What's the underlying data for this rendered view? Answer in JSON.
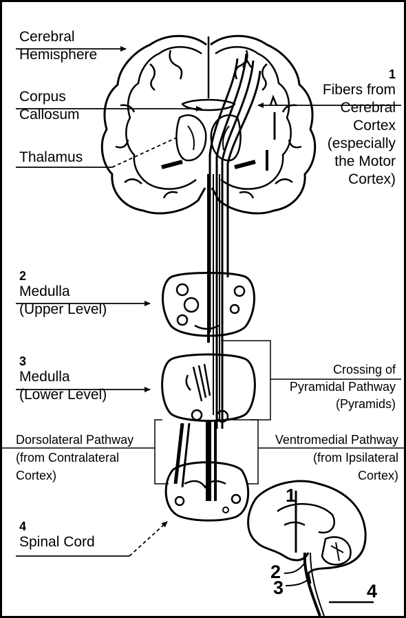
{
  "labels": {
    "cerebral_hemisphere": [
      "Cerebral",
      "Hemisphere"
    ],
    "corpus_callosum": [
      "Corpus",
      "Callosum"
    ],
    "thalamus": "Thalamus",
    "fibers": {
      "number": "1",
      "lines": [
        "Fibers from",
        "Cerebral",
        "Cortex",
        "(especially",
        "the Motor",
        "Cortex)"
      ]
    },
    "medulla_upper": {
      "number": "2",
      "lines": [
        "Medulla",
        "(Upper Level)"
      ]
    },
    "medulla_lower": {
      "number": "3",
      "lines": [
        "Medulla",
        "(Lower Level)"
      ]
    },
    "crossing": [
      "Crossing of",
      "Pyramidal Pathway",
      "(Pyramids)"
    ],
    "dorsolateral": [
      "Dorsolateral Pathway",
      "(from Contralateral",
      "Cortex)"
    ],
    "ventromedial": [
      "Ventromedial Pathway",
      "(from Ipsilateral",
      "Cortex)"
    ],
    "spinal_cord": {
      "number": "4",
      "lines": [
        "Spinal Cord"
      ]
    },
    "inset_numbers": [
      "1",
      "2",
      "3",
      "4"
    ]
  }
}
